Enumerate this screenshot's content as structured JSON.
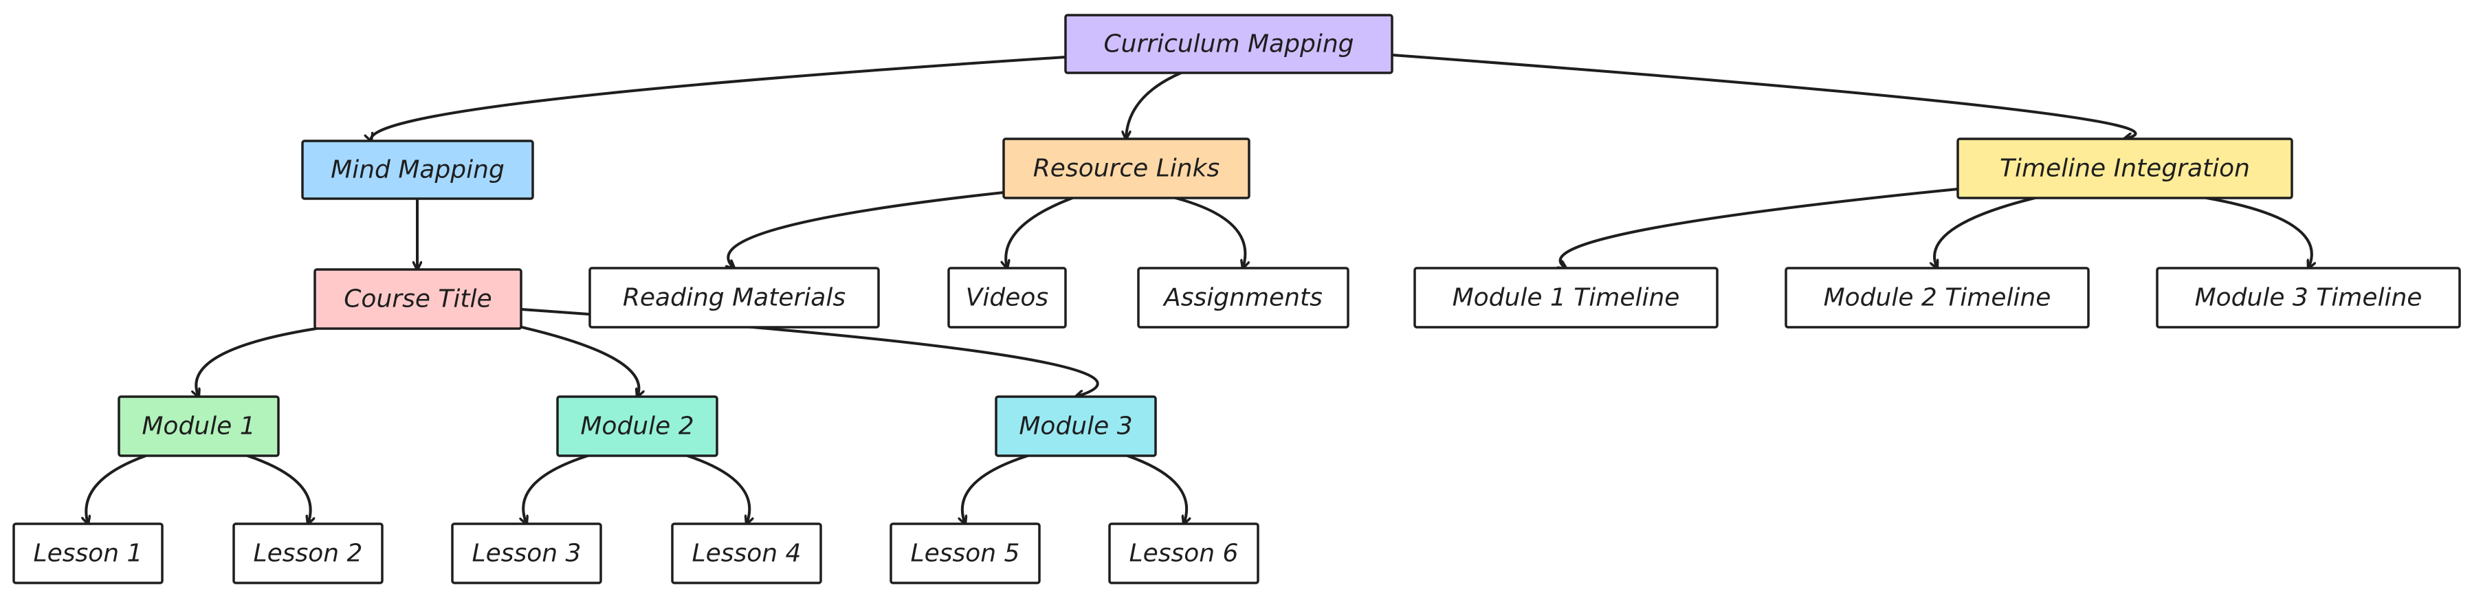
{
  "nodes": [
    {
      "id": "curriculum-mapping",
      "label": "Curriculum Mapping",
      "fill": "#d0bfff"
    },
    {
      "id": "mind-mapping",
      "label": "Mind Mapping",
      "fill": "#a5d8ff"
    },
    {
      "id": "resource-links",
      "label": "Resource Links",
      "fill": "#ffd8a8"
    },
    {
      "id": "timeline-integration",
      "label": "Timeline Integration",
      "fill": "#ffec99"
    },
    {
      "id": "course-title",
      "label": "Course Title",
      "fill": "#ffc9c9"
    },
    {
      "id": "reading-materials",
      "label": "Reading Materials",
      "fill": "#ffffff"
    },
    {
      "id": "videos",
      "label": "Videos",
      "fill": "#ffffff"
    },
    {
      "id": "assignments",
      "label": "Assignments",
      "fill": "#ffffff"
    },
    {
      "id": "module-1-timeline",
      "label": "Module 1 Timeline",
      "fill": "#ffffff"
    },
    {
      "id": "module-2-timeline",
      "label": "Module 2 Timeline",
      "fill": "#ffffff"
    },
    {
      "id": "module-3-timeline",
      "label": "Module 3 Timeline",
      "fill": "#ffffff"
    },
    {
      "id": "module-1",
      "label": "Module 1",
      "fill": "#b2f2bb"
    },
    {
      "id": "module-2",
      "label": "Module 2",
      "fill": "#96f2d7"
    },
    {
      "id": "module-3",
      "label": "Module 3",
      "fill": "#99e9f2"
    },
    {
      "id": "lesson-1",
      "label": "Lesson 1",
      "fill": "#ffffff"
    },
    {
      "id": "lesson-2",
      "label": "Lesson 2",
      "fill": "#ffffff"
    },
    {
      "id": "lesson-3",
      "label": "Lesson 3",
      "fill": "#ffffff"
    },
    {
      "id": "lesson-4",
      "label": "Lesson 4",
      "fill": "#ffffff"
    },
    {
      "id": "lesson-5",
      "label": "Lesson 5",
      "fill": "#ffffff"
    },
    {
      "id": "lesson-6",
      "label": "Lesson 6",
      "fill": "#ffffff"
    }
  ],
  "edges": [
    {
      "from": "curriculum-mapping",
      "to": "mind-mapping"
    },
    {
      "from": "curriculum-mapping",
      "to": "resource-links"
    },
    {
      "from": "curriculum-mapping",
      "to": "timeline-integration"
    },
    {
      "from": "mind-mapping",
      "to": "course-title"
    },
    {
      "from": "resource-links",
      "to": "reading-materials"
    },
    {
      "from": "resource-links",
      "to": "videos"
    },
    {
      "from": "resource-links",
      "to": "assignments"
    },
    {
      "from": "timeline-integration",
      "to": "module-1-timeline"
    },
    {
      "from": "timeline-integration",
      "to": "module-2-timeline"
    },
    {
      "from": "timeline-integration",
      "to": "module-3-timeline"
    },
    {
      "from": "course-title",
      "to": "module-1"
    },
    {
      "from": "course-title",
      "to": "module-2"
    },
    {
      "from": "course-title",
      "to": "module-3"
    },
    {
      "from": "module-1",
      "to": "lesson-1"
    },
    {
      "from": "module-1",
      "to": "lesson-2"
    },
    {
      "from": "module-2",
      "to": "lesson-3"
    },
    {
      "from": "module-2",
      "to": "lesson-4"
    },
    {
      "from": "module-3",
      "to": "lesson-5"
    },
    {
      "from": "module-3",
      "to": "lesson-6"
    }
  ],
  "colors": {
    "stroke": "#1e1e1e",
    "background": "#ffffff"
  }
}
